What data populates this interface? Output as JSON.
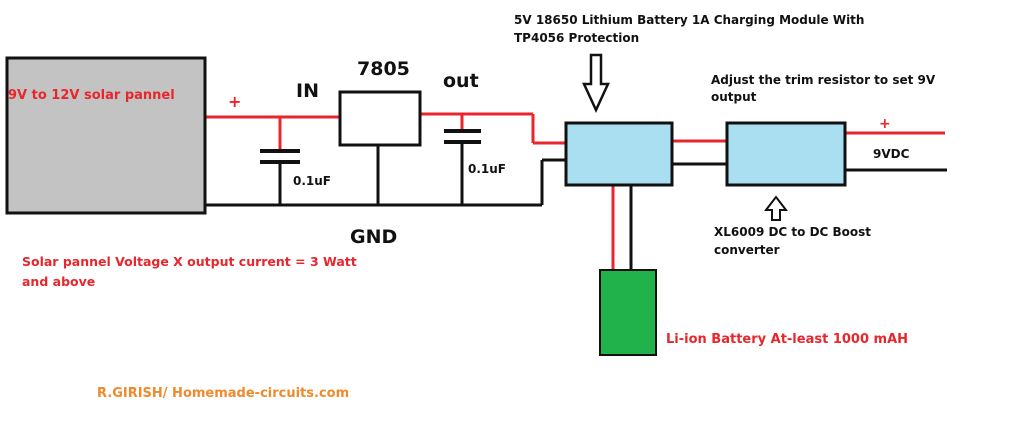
{
  "solar_panel": {
    "label": "9V to 12V solar pannel",
    "plus": "+"
  },
  "regulator": {
    "name": "7805",
    "in_label": "IN",
    "out_label": "out",
    "gnd_label": "GND"
  },
  "capacitors": [
    {
      "value": "0.1uF"
    },
    {
      "value": "0.1uF"
    }
  ],
  "charging_module": {
    "title_line1": "5V 18650 Lithium Battery 1A Charging Module With",
    "title_line2": "TP4056 Protection"
  },
  "boost_converter": {
    "note_line1": "Adjust the trim resistor to set 9V",
    "note_line2": "output",
    "name_line1": "XL6009 DC to DC Boost",
    "name_line2": "converter",
    "output_label": "9VDC",
    "plus": "+"
  },
  "battery": {
    "label": "Li-ion Battery At-least 1000 mAH"
  },
  "note": {
    "line1": "Solar pannel Voltage X output current =  3 Watt",
    "line2": "and above"
  },
  "credit": "R.GIRISH/ Homemade-circuits.com",
  "colors": {
    "red_wire": "#e8262c",
    "black_wire": "#111111",
    "panel_fill": "#c3c3c3",
    "module_fill": "#a9dff0",
    "battery_fill": "#22b24c",
    "red_text": "#e8262c",
    "credit_text": "#f08a2c"
  }
}
